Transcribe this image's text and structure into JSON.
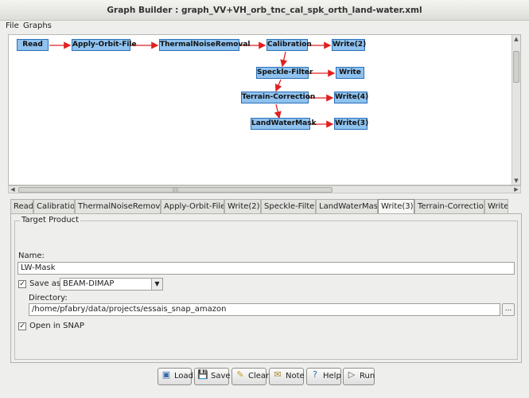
{
  "window": {
    "title": "Graph Builder : graph_VV+VH_orb_tnc_cal_spk_orth_land-water.xml"
  },
  "menu": {
    "file": "File",
    "graphs": "Graphs"
  },
  "graph": {
    "nodes": {
      "read": "Read",
      "apply_orbit": "Apply-Orbit-File",
      "thermal": "ThermalNoiseRemoval",
      "calibration": "Calibration",
      "write2": "Write(2)",
      "speckle": "Speckle-Filter",
      "write": "Write",
      "terrain": "Terrain-Correction",
      "write4": "Write(4)",
      "landwater": "LandWaterMask",
      "write3": "Write(3)"
    },
    "edge_color": "#e02020",
    "node_color": "#8fc2ef"
  },
  "tabs": [
    "Read",
    "Calibration",
    "ThermalNoiseRemoval",
    "Apply-Orbit-File",
    "Write(2)",
    "Speckle-Filter",
    "LandWaterMask",
    "Write(3)",
    "Terrain-Correction",
    "Write"
  ],
  "active_tab": "Write(3)",
  "target": {
    "legend": "Target Product",
    "name_label": "Name:",
    "name_value": "LW-Mask",
    "save_as_label": "Save as:",
    "save_as_checked": true,
    "format_value": "BEAM-DIMAP",
    "directory_label": "Directory:",
    "directory_value": "/home/pfabry/data/projects/essais_snap_amazon",
    "browse_label": "...",
    "open_label": "Open in SNAP",
    "open_checked": true
  },
  "buttons": {
    "load": "Load",
    "save": "Save",
    "clear": "Clear",
    "note": "Note",
    "help": "Help",
    "run": "Run"
  }
}
